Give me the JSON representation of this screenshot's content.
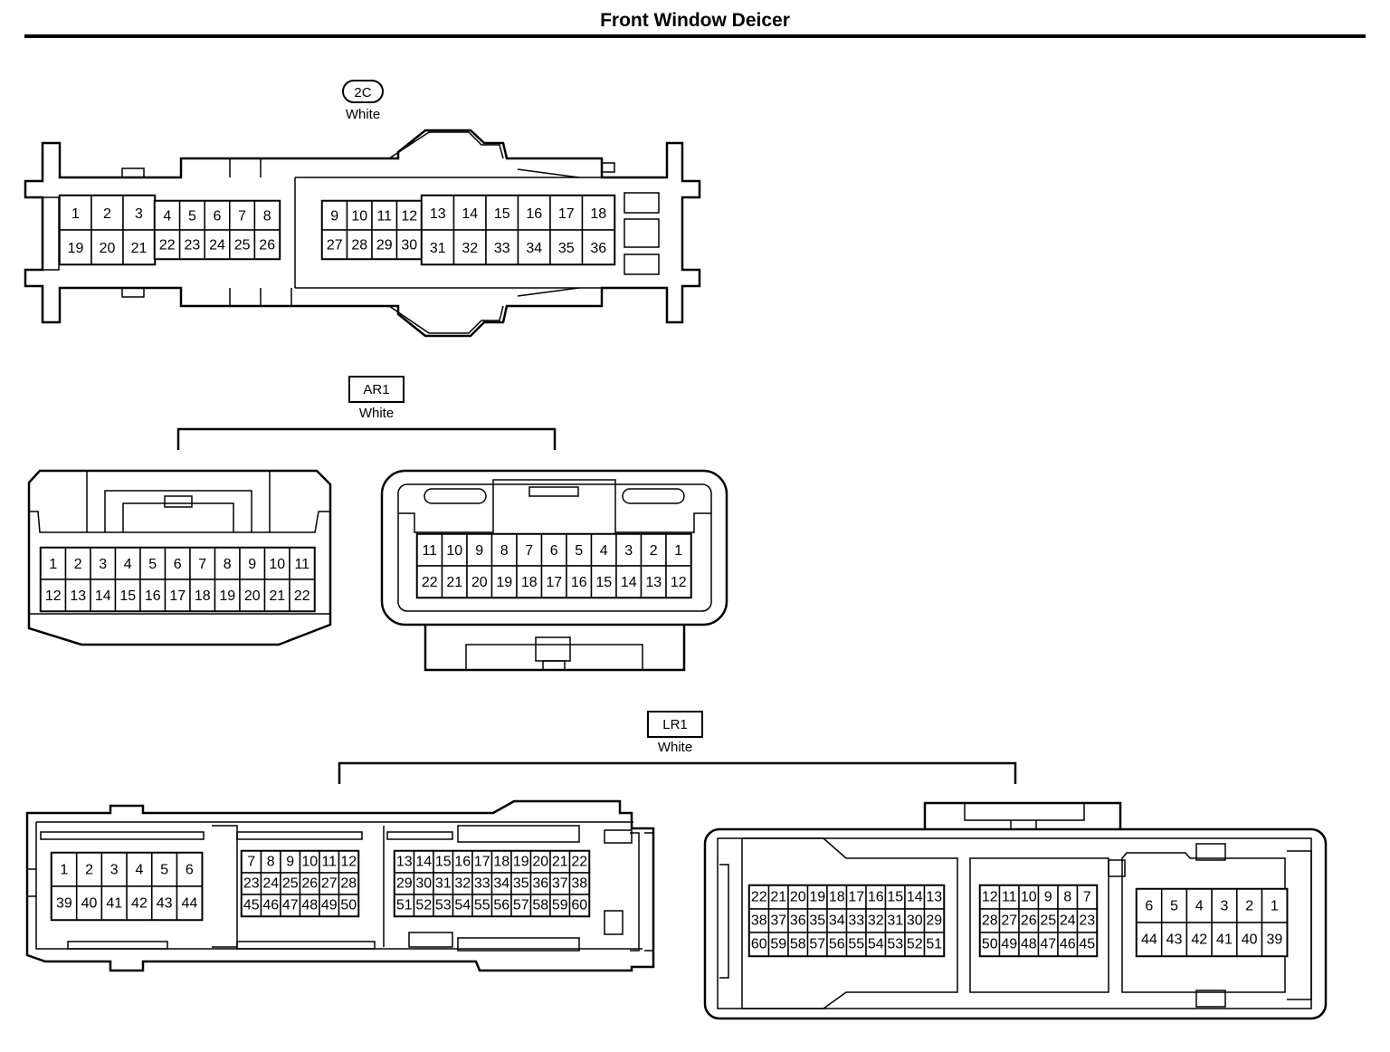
{
  "title": "Front Window Deicer",
  "connectors": {
    "c2c": {
      "code": "2C",
      "color": "White",
      "rows_a": [
        [
          "1",
          "2",
          "3"
        ],
        [
          "19",
          "20",
          "21"
        ]
      ],
      "rows_b": [
        [
          "4",
          "5",
          "6",
          "7",
          "8"
        ],
        [
          "22",
          "23",
          "24",
          "25",
          "26"
        ]
      ],
      "rows_c": [
        [
          "9",
          "10",
          "11",
          "12"
        ],
        [
          "27",
          "28",
          "29",
          "30"
        ]
      ],
      "rows_d": [
        [
          "13",
          "14",
          "15",
          "16",
          "17",
          "18"
        ],
        [
          "31",
          "32",
          "33",
          "34",
          "35",
          "36"
        ]
      ]
    },
    "ar1": {
      "code": "AR1",
      "color": "White",
      "left_rows": [
        [
          "1",
          "2",
          "3",
          "4",
          "5",
          "6",
          "7",
          "8",
          "9",
          "10",
          "11"
        ],
        [
          "12",
          "13",
          "14",
          "15",
          "16",
          "17",
          "18",
          "19",
          "20",
          "21",
          "22"
        ]
      ],
      "right_rows": [
        [
          "11",
          "10",
          "9",
          "8",
          "7",
          "6",
          "5",
          "4",
          "3",
          "2",
          "1"
        ],
        [
          "22",
          "21",
          "20",
          "19",
          "18",
          "17",
          "16",
          "15",
          "14",
          "13",
          "12"
        ]
      ]
    },
    "lr1": {
      "code": "LR1",
      "color": "White",
      "left": {
        "block_a": [
          [
            "1",
            "2",
            "3",
            "4",
            "5",
            "6"
          ],
          [
            "39",
            "40",
            "41",
            "42",
            "43",
            "44"
          ]
        ],
        "block_b": [
          [
            "7",
            "8",
            "9",
            "10",
            "11",
            "12"
          ],
          [
            "23",
            "24",
            "25",
            "26",
            "27",
            "28"
          ],
          [
            "45",
            "46",
            "47",
            "48",
            "49",
            "50"
          ]
        ],
        "block_c": [
          [
            "13",
            "14",
            "15",
            "16",
            "17",
            "18",
            "19",
            "20",
            "21",
            "22"
          ],
          [
            "29",
            "30",
            "31",
            "32",
            "33",
            "34",
            "35",
            "36",
            "37",
            "38"
          ],
          [
            "51",
            "52",
            "53",
            "54",
            "55",
            "56",
            "57",
            "58",
            "59",
            "60"
          ]
        ]
      },
      "right": {
        "block_a": [
          [
            "22",
            "21",
            "20",
            "19",
            "18",
            "17",
            "16",
            "15",
            "14",
            "13"
          ],
          [
            "38",
            "37",
            "36",
            "35",
            "34",
            "33",
            "32",
            "31",
            "30",
            "29"
          ],
          [
            "60",
            "59",
            "58",
            "57",
            "56",
            "55",
            "54",
            "53",
            "52",
            "51"
          ]
        ],
        "block_b": [
          [
            "12",
            "11",
            "10",
            "9",
            "8",
            "7"
          ],
          [
            "28",
            "27",
            "26",
            "25",
            "24",
            "23"
          ],
          [
            "50",
            "49",
            "48",
            "47",
            "46",
            "45"
          ]
        ],
        "block_c": [
          [
            "6",
            "5",
            "4",
            "3",
            "2",
            "1"
          ],
          [
            "44",
            "43",
            "42",
            "41",
            "40",
            "39"
          ]
        ]
      }
    }
  }
}
